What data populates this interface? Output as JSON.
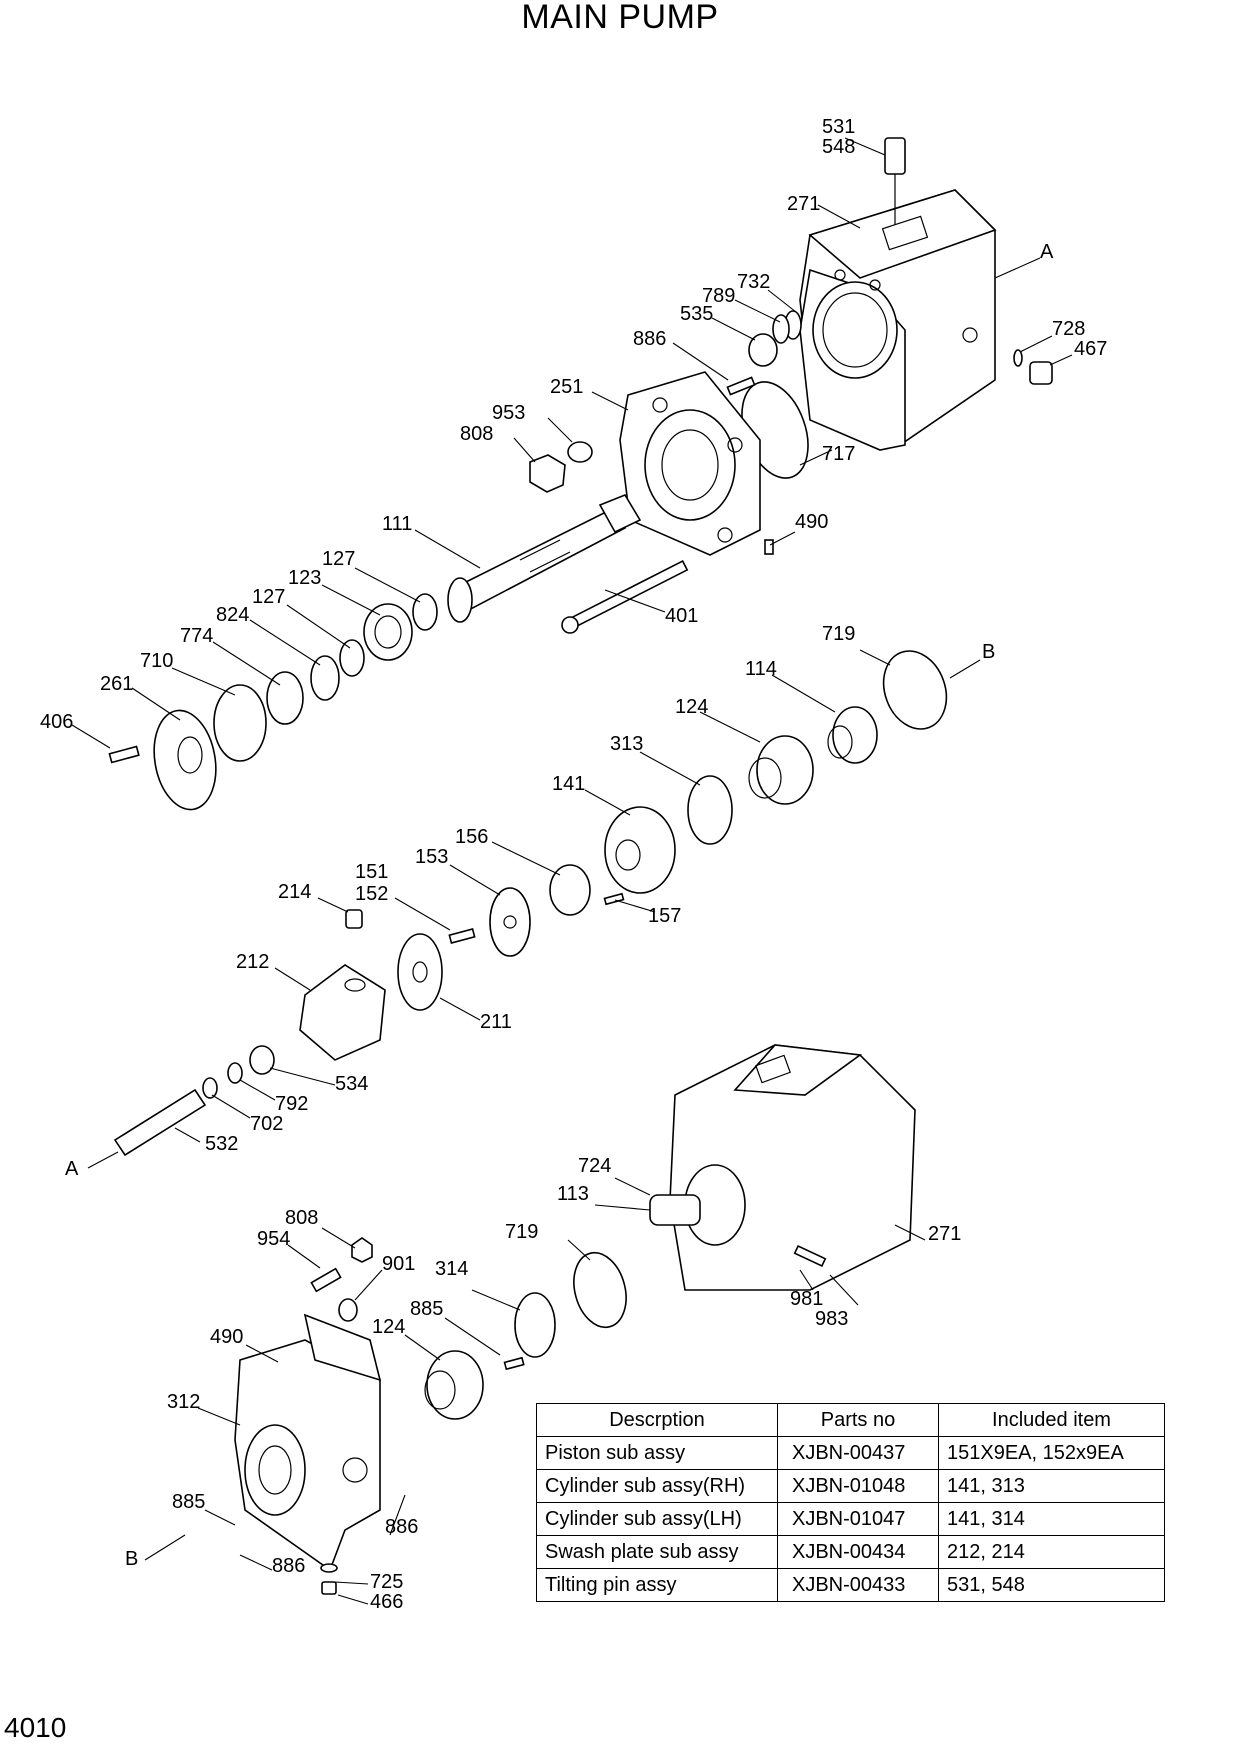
{
  "title": "MAIN PUMP",
  "page_number": "4010",
  "callouts": {
    "c531": "531",
    "c548": "548",
    "c271a": "271",
    "cA1": "A",
    "c732": "732",
    "c789": "789",
    "c535": "535",
    "c728": "728",
    "c467": "467",
    "c886a": "886",
    "c251": "251",
    "c717": "717",
    "c953": "953",
    "c808a": "808",
    "c490a": "490",
    "c111": "111",
    "c127a": "127",
    "c123": "123",
    "c127b": "127",
    "c824": "824",
    "c774": "774",
    "c710": "710",
    "c261": "261",
    "c406": "406",
    "c401": "401",
    "c719a": "719",
    "cB1": "B",
    "c114": "114",
    "c124a": "124",
    "c313": "313",
    "c141": "141",
    "c156": "156",
    "c153": "153",
    "c151": "151",
    "c152": "152",
    "c214": "214",
    "c157": "157",
    "c212": "212",
    "c211": "211",
    "c534": "534",
    "c792": "792",
    "c702": "702",
    "c532": "532",
    "cA2": "A",
    "c724": "724",
    "c113": "113",
    "c271b": "271",
    "c719b": "719",
    "c981": "981",
    "c983": "983",
    "c808b": "808",
    "c954": "954",
    "c901": "901",
    "c314": "314",
    "c885a": "885",
    "c124b": "124",
    "c490b": "490",
    "c312": "312",
    "c885b": "885",
    "c886b": "886",
    "cB2": "B",
    "c886c": "886",
    "c725": "725",
    "c466": "466"
  },
  "table": {
    "headers": [
      "Descrption",
      "Parts no",
      "Included item"
    ],
    "rows": [
      [
        "Piston sub assy",
        "XJBN-00437",
        "151X9EA, 152x9EA"
      ],
      [
        "Cylinder sub assy(RH)",
        "XJBN-01048",
        "141, 313"
      ],
      [
        "Cylinder sub assy(LH)",
        "XJBN-01047",
        "141, 314"
      ],
      [
        "Swash plate sub assy",
        "XJBN-00434",
        "212, 214"
      ],
      [
        "Tilting pin assy",
        "XJBN-00433",
        "531, 548"
      ]
    ]
  }
}
